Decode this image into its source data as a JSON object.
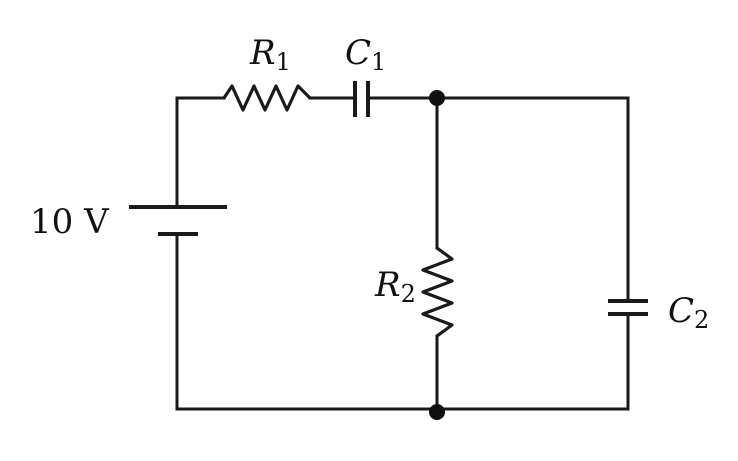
{
  "source": {
    "label": "10 V"
  },
  "resistors": {
    "r1": {
      "symbol": "R",
      "subscript": "1"
    },
    "r2": {
      "symbol": "R",
      "subscript": "2"
    }
  },
  "capacitors": {
    "c1": {
      "symbol": "C",
      "subscript": "1"
    },
    "c2": {
      "symbol": "C",
      "subscript": "2"
    }
  },
  "colors": {
    "line": "#1a1a1a",
    "background": "#ffffff"
  }
}
